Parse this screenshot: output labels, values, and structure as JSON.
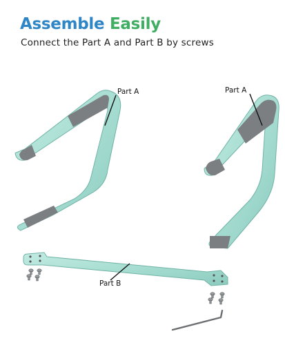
{
  "header": {
    "title_part1": "Assemble",
    "title_part2": "Easily",
    "subtitle": "Connect the Part A and Part B by screws"
  },
  "labels": {
    "part_a_left": "Part A",
    "part_a_right": "Part A",
    "part_b": "Part B"
  },
  "colors": {
    "title_blue": "#2f86c7",
    "title_green": "#3fae63",
    "metal_body": "#a7ddd2",
    "metal_edge": "#7bbfb1",
    "rubber_pad": "#7b7f82"
  },
  "icons": [
    "screw-icon",
    "hex-key-icon"
  ]
}
